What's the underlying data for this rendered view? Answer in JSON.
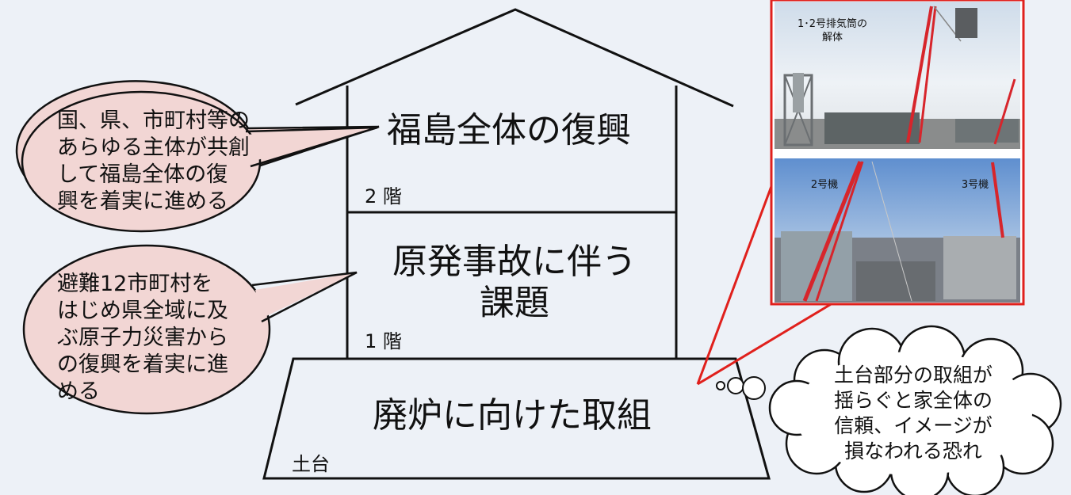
{
  "house": {
    "floor2_title": "福島全体の復興",
    "floor2_label": "2 階",
    "floor1_title_line1": "原発事故に伴う",
    "floor1_title_line2": "課題",
    "floor1_label": "1 階",
    "foundation_title": "廃炉に向けた取組",
    "foundation_label": "土台"
  },
  "bubbles": {
    "top": [
      "国、県、市町村等の",
      "あらゆる主体が共創",
      "して福島全体の復",
      "興を着実に進める"
    ],
    "bottom": [
      "避難12市町村を",
      "はじめ県全域に及",
      "ぶ原子力災害から",
      "の復興を着実に進",
      "める"
    ]
  },
  "thought_cloud": [
    "土台部分の取組が",
    "揺らぐと家全体の",
    "信頼、イメージが",
    "損なわれる恐れ"
  ],
  "photos": {
    "top_caption_line1": "1･2号排気筒の",
    "top_caption_line2": "解体",
    "bottom_left_label": "2号機",
    "bottom_right_label": "3号機"
  },
  "colors": {
    "background": "#edf1f7",
    "bubble_fill": "#f2d6d4",
    "frame_red": "#e0201c"
  }
}
